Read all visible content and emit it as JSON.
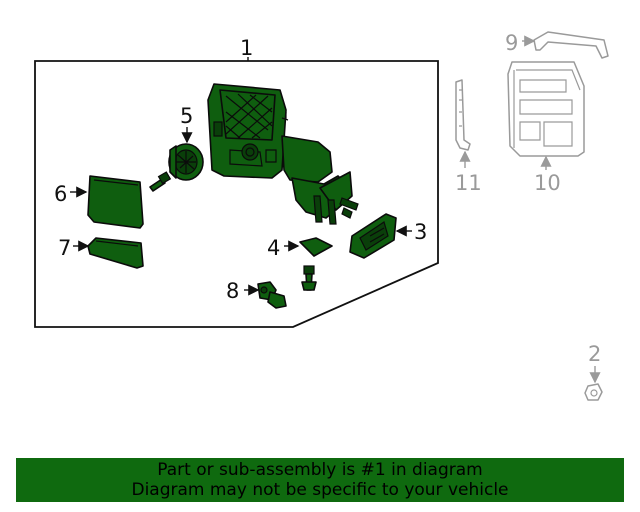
{
  "callouts": {
    "c1": "1",
    "c2": "2",
    "c3": "3",
    "c4": "4",
    "c5": "5",
    "c6": "6",
    "c7": "7",
    "c8": "8",
    "c9": "9",
    "c10": "10",
    "c11": "11"
  },
  "banner": {
    "line1": "Part or sub-assembly is #1 in diagram",
    "line2": "Diagram may not be specific to your vehicle"
  },
  "colors": {
    "highlight_part": "#0f5e0f",
    "banner_bg": "#0f6a0f",
    "other_part_outline": "#9a9a9a"
  }
}
